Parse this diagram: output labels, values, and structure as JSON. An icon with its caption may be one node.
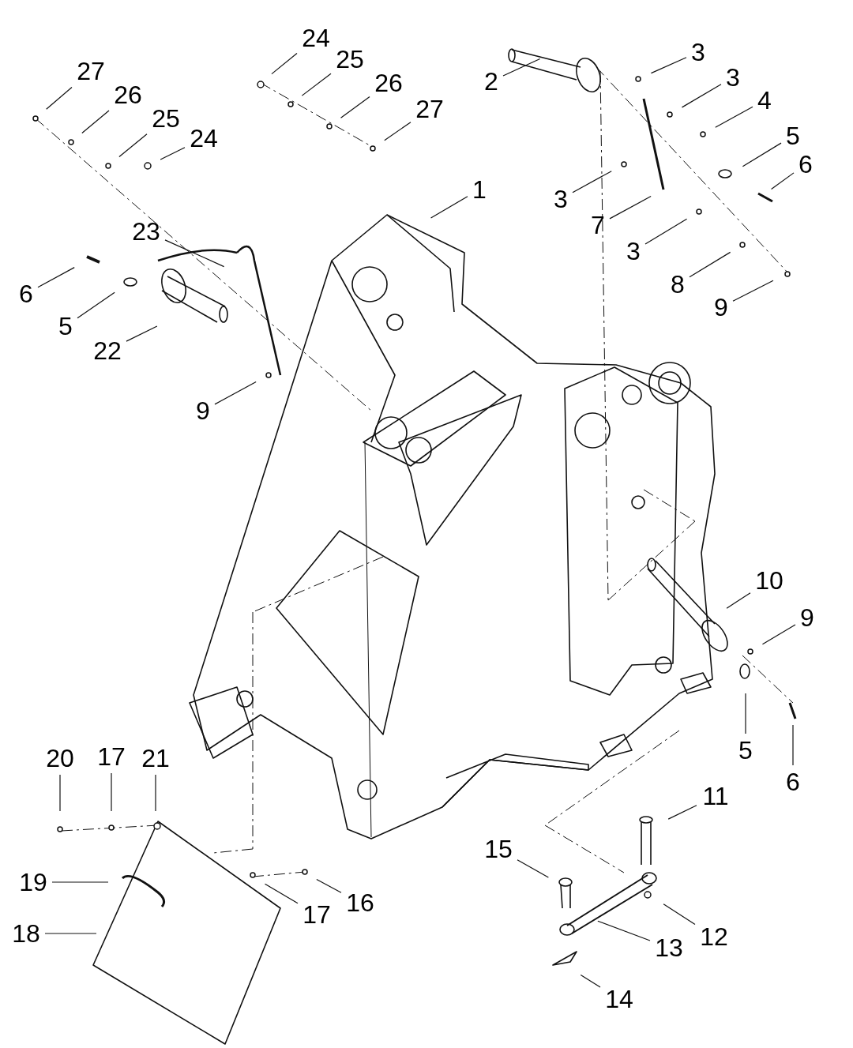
{
  "diagram": {
    "nodes": [
      {
        "text": [
          "1"
        ]
      },
      {
        "text": [
          "2"
        ]
      },
      {
        "text": [
          "3"
        ]
      },
      {
        "text": [
          "3"
        ]
      },
      {
        "text": [
          "4"
        ]
      },
      {
        "text": [
          "3"
        ]
      },
      {
        "text": [
          "5"
        ]
      },
      {
        "text": [
          "6"
        ]
      },
      {
        "text": [
          "7"
        ]
      },
      {
        "text": [
          "3"
        ]
      },
      {
        "text": [
          "8"
        ]
      },
      {
        "text": [
          "9"
        ]
      },
      {
        "text": [
          "27"
        ]
      },
      {
        "text": [
          "26"
        ]
      },
      {
        "text": [
          "25"
        ]
      },
      {
        "text": [
          "24"
        ]
      },
      {
        "text": [
          "24"
        ]
      },
      {
        "text": [
          "25"
        ]
      },
      {
        "text": [
          "26"
        ]
      },
      {
        "text": [
          "27"
        ]
      },
      {
        "text": [
          "23"
        ]
      },
      {
        "text": [
          "6"
        ]
      },
      {
        "text": [
          "5"
        ]
      },
      {
        "text": [
          "22"
        ]
      },
      {
        "text": [
          "9"
        ]
      },
      {
        "text": [
          "10"
        ]
      },
      {
        "text": [
          "9"
        ]
      },
      {
        "text": [
          "5"
        ]
      },
      {
        "text": [
          "6"
        ]
      },
      {
        "text": [
          "20"
        ]
      },
      {
        "text": [
          "17"
        ]
      },
      {
        "text": [
          "21"
        ]
      },
      {
        "text": [
          "19"
        ]
      },
      {
        "text": [
          "18"
        ]
      },
      {
        "text": [
          "17"
        ]
      },
      {
        "text": [
          "16"
        ]
      },
      {
        "text": [
          "11"
        ]
      },
      {
        "text": [
          "15"
        ]
      },
      {
        "text": [
          "12"
        ]
      },
      {
        "text": [
          "13"
        ]
      },
      {
        "text": [
          "14"
        ]
      }
    ],
    "edges": [
      {
        "from": 0,
        "to": null,
        "arrow": "none"
      },
      {
        "from": 1,
        "to": null,
        "arrow": "none"
      },
      {
        "from": 2,
        "to": null,
        "arrow": "none"
      },
      {
        "from": 3,
        "to": null,
        "arrow": "none"
      },
      {
        "from": 4,
        "to": null,
        "arrow": "none"
      },
      {
        "from": 5,
        "to": null,
        "arrow": "none"
      },
      {
        "from": 6,
        "to": null,
        "arrow": "none"
      },
      {
        "from": 7,
        "to": null,
        "arrow": "none"
      },
      {
        "from": 8,
        "to": null,
        "arrow": "none"
      },
      {
        "from": 9,
        "to": null,
        "arrow": "none"
      },
      {
        "from": 10,
        "to": null,
        "arrow": "none"
      },
      {
        "from": 11,
        "to": null,
        "arrow": "none"
      },
      {
        "from": 12,
        "to": null,
        "arrow": "none"
      },
      {
        "from": 13,
        "to": null,
        "arrow": "none"
      },
      {
        "from": 14,
        "to": null,
        "arrow": "none"
      },
      {
        "from": 15,
        "to": null,
        "arrow": "none"
      },
      {
        "from": 16,
        "to": null,
        "arrow": "none"
      },
      {
        "from": 17,
        "to": null,
        "arrow": "none"
      },
      {
        "from": 18,
        "to": null,
        "arrow": "none"
      },
      {
        "from": 19,
        "to": null,
        "arrow": "none"
      },
      {
        "from": 20,
        "to": null,
        "arrow": "none"
      },
      {
        "from": 21,
        "to": null,
        "arrow": "none"
      },
      {
        "from": 22,
        "to": null,
        "arrow": "none"
      },
      {
        "from": 23,
        "to": null,
        "arrow": "none"
      },
      {
        "from": 24,
        "to": null,
        "arrow": "none"
      },
      {
        "from": 25,
        "to": null,
        "arrow": "none"
      },
      {
        "from": 26,
        "to": null,
        "arrow": "none"
      },
      {
        "from": 27,
        "to": null,
        "arrow": "none"
      },
      {
        "from": 28,
        "to": null,
        "arrow": "none"
      },
      {
        "from": 29,
        "to": null,
        "arrow": "none"
      },
      {
        "from": 30,
        "to": null,
        "arrow": "none"
      },
      {
        "from": 31,
        "to": null,
        "arrow": "none"
      },
      {
        "from": 32,
        "to": null,
        "arrow": "none"
      },
      {
        "from": 33,
        "to": null,
        "arrow": "none"
      },
      {
        "from": 34,
        "to": null,
        "arrow": "none"
      },
      {
        "from": 35,
        "to": null,
        "arrow": "none"
      },
      {
        "from": 36,
        "to": null,
        "arrow": "none"
      },
      {
        "from": 37,
        "to": null,
        "arrow": "none"
      },
      {
        "from": 38,
        "to": null,
        "arrow": "none"
      },
      {
        "from": 39,
        "to": null,
        "arrow": "none"
      },
      {
        "from": 40,
        "to": null,
        "arrow": "none"
      }
    ]
  }
}
